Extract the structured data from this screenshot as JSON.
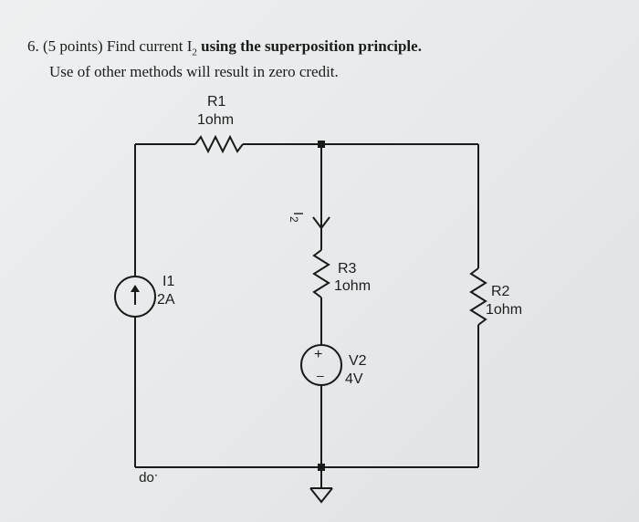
{
  "problem": {
    "number": "6.",
    "points": "(5 points)",
    "find_prefix": "Find current I",
    "subscript": "2",
    "bold_tail": "using the superposition principle.",
    "line2": "Use of other methods will result in zero credit."
  },
  "circuit": {
    "r1_name": "R1",
    "r1_value": "1ohm",
    "r2_name": "R2",
    "r2_value": "1ohm",
    "r3_name": "R3",
    "r3_value": "1ohm",
    "i1_name": "I1",
    "i1_value": "2A",
    "v2_name": "V2",
    "v2_value": "4V",
    "i2_label": "I",
    "i2_sub": "2",
    "op_label": ".op",
    "plus_sign": "+",
    "minus_sign": "–"
  }
}
